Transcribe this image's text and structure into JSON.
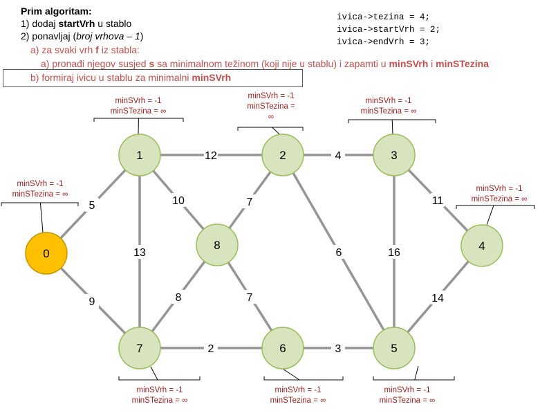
{
  "algorithm": {
    "title": "Prim algoritam:",
    "step1": {
      "prefix": "1) dodaj ",
      "bold": "startVrh",
      "suffix": " u stablo"
    },
    "step2": {
      "prefix": "2) ponavljaj (",
      "italic": "broj vrhova – 1",
      "suffix": ")"
    },
    "stepA": {
      "prefix": "a) za svaki vrh ",
      "bold": "f",
      "suffix": " iz stabla:"
    },
    "stepAa": {
      "prefix": "a) pronađi njegov susjed ",
      "bold1": "s",
      "middle": " sa minimalnom težinom (koji nije u stablu) i zapamti u ",
      "bold2": "minSVrh",
      "and": " i ",
      "bold3": "minSTezina"
    },
    "stepB": {
      "prefix": "b) formiraj ivicu u stablu za minimalni ",
      "bold": "minSVrh"
    }
  },
  "code": [
    "ivica->tezina = 4;",
    "ivica->startVrh = 2;",
    "ivica->endVrh = 3;"
  ],
  "colors": {
    "node_fill": "#d7e4bd",
    "node_stroke": "#9bbb59",
    "start_fill": "#ffc000",
    "start_stroke": "#c59400",
    "edge": "#959595",
    "annotation_text": "#9b1c1c",
    "highlight": "#c0504d"
  },
  "nodes": [
    {
      "id": "0",
      "start": true,
      "min_label": "minSVrh = -1",
      "tez_label": "minSTezina = ∞"
    },
    {
      "id": "1",
      "start": false,
      "min_label": "minSVrh = -1",
      "tez_label": "minSTezina = ∞"
    },
    {
      "id": "2",
      "start": false,
      "min_label": "minSVrh = -1",
      "tez_label": "minSTezina =",
      "tez_label2": "∞"
    },
    {
      "id": "3",
      "start": false,
      "min_label": "minSVrh = -1",
      "tez_label": "minSTezina = ∞"
    },
    {
      "id": "4",
      "start": false,
      "min_label": "minSVrh = -1",
      "tez_label": "minSTezina = ∞"
    },
    {
      "id": "5",
      "start": false,
      "min_label": "minSVrh = -1",
      "tez_label": "minSTezina = ∞"
    },
    {
      "id": "6",
      "start": false,
      "min_label": "minSVrh = -1",
      "tez_label": "minSTezina = ∞"
    },
    {
      "id": "7",
      "start": false,
      "min_label": "minSVrh = -1",
      "tez_label": "minSTezina = ∞"
    },
    {
      "id": "8",
      "start": false,
      "min_label": "",
      "tez_label": ""
    }
  ],
  "edges": [
    {
      "from": "0",
      "to": "1",
      "weight": "5"
    },
    {
      "from": "0",
      "to": "7",
      "weight": "9"
    },
    {
      "from": "1",
      "to": "2",
      "weight": "12"
    },
    {
      "from": "1",
      "to": "8",
      "weight": "10"
    },
    {
      "from": "1",
      "to": "7",
      "weight": "13"
    },
    {
      "from": "2",
      "to": "3",
      "weight": "4"
    },
    {
      "from": "2",
      "to": "8",
      "weight": "7"
    },
    {
      "from": "2",
      "to": "5",
      "weight": "6"
    },
    {
      "from": "3",
      "to": "4",
      "weight": "11"
    },
    {
      "from": "3",
      "to": "5",
      "weight": "16"
    },
    {
      "from": "4",
      "to": "5",
      "weight": "14"
    },
    {
      "from": "8",
      "to": "7",
      "weight": "8"
    },
    {
      "from": "8",
      "to": "6",
      "weight": "7"
    },
    {
      "from": "7",
      "to": "6",
      "weight": "2"
    },
    {
      "from": "6",
      "to": "5",
      "weight": "3"
    }
  ]
}
